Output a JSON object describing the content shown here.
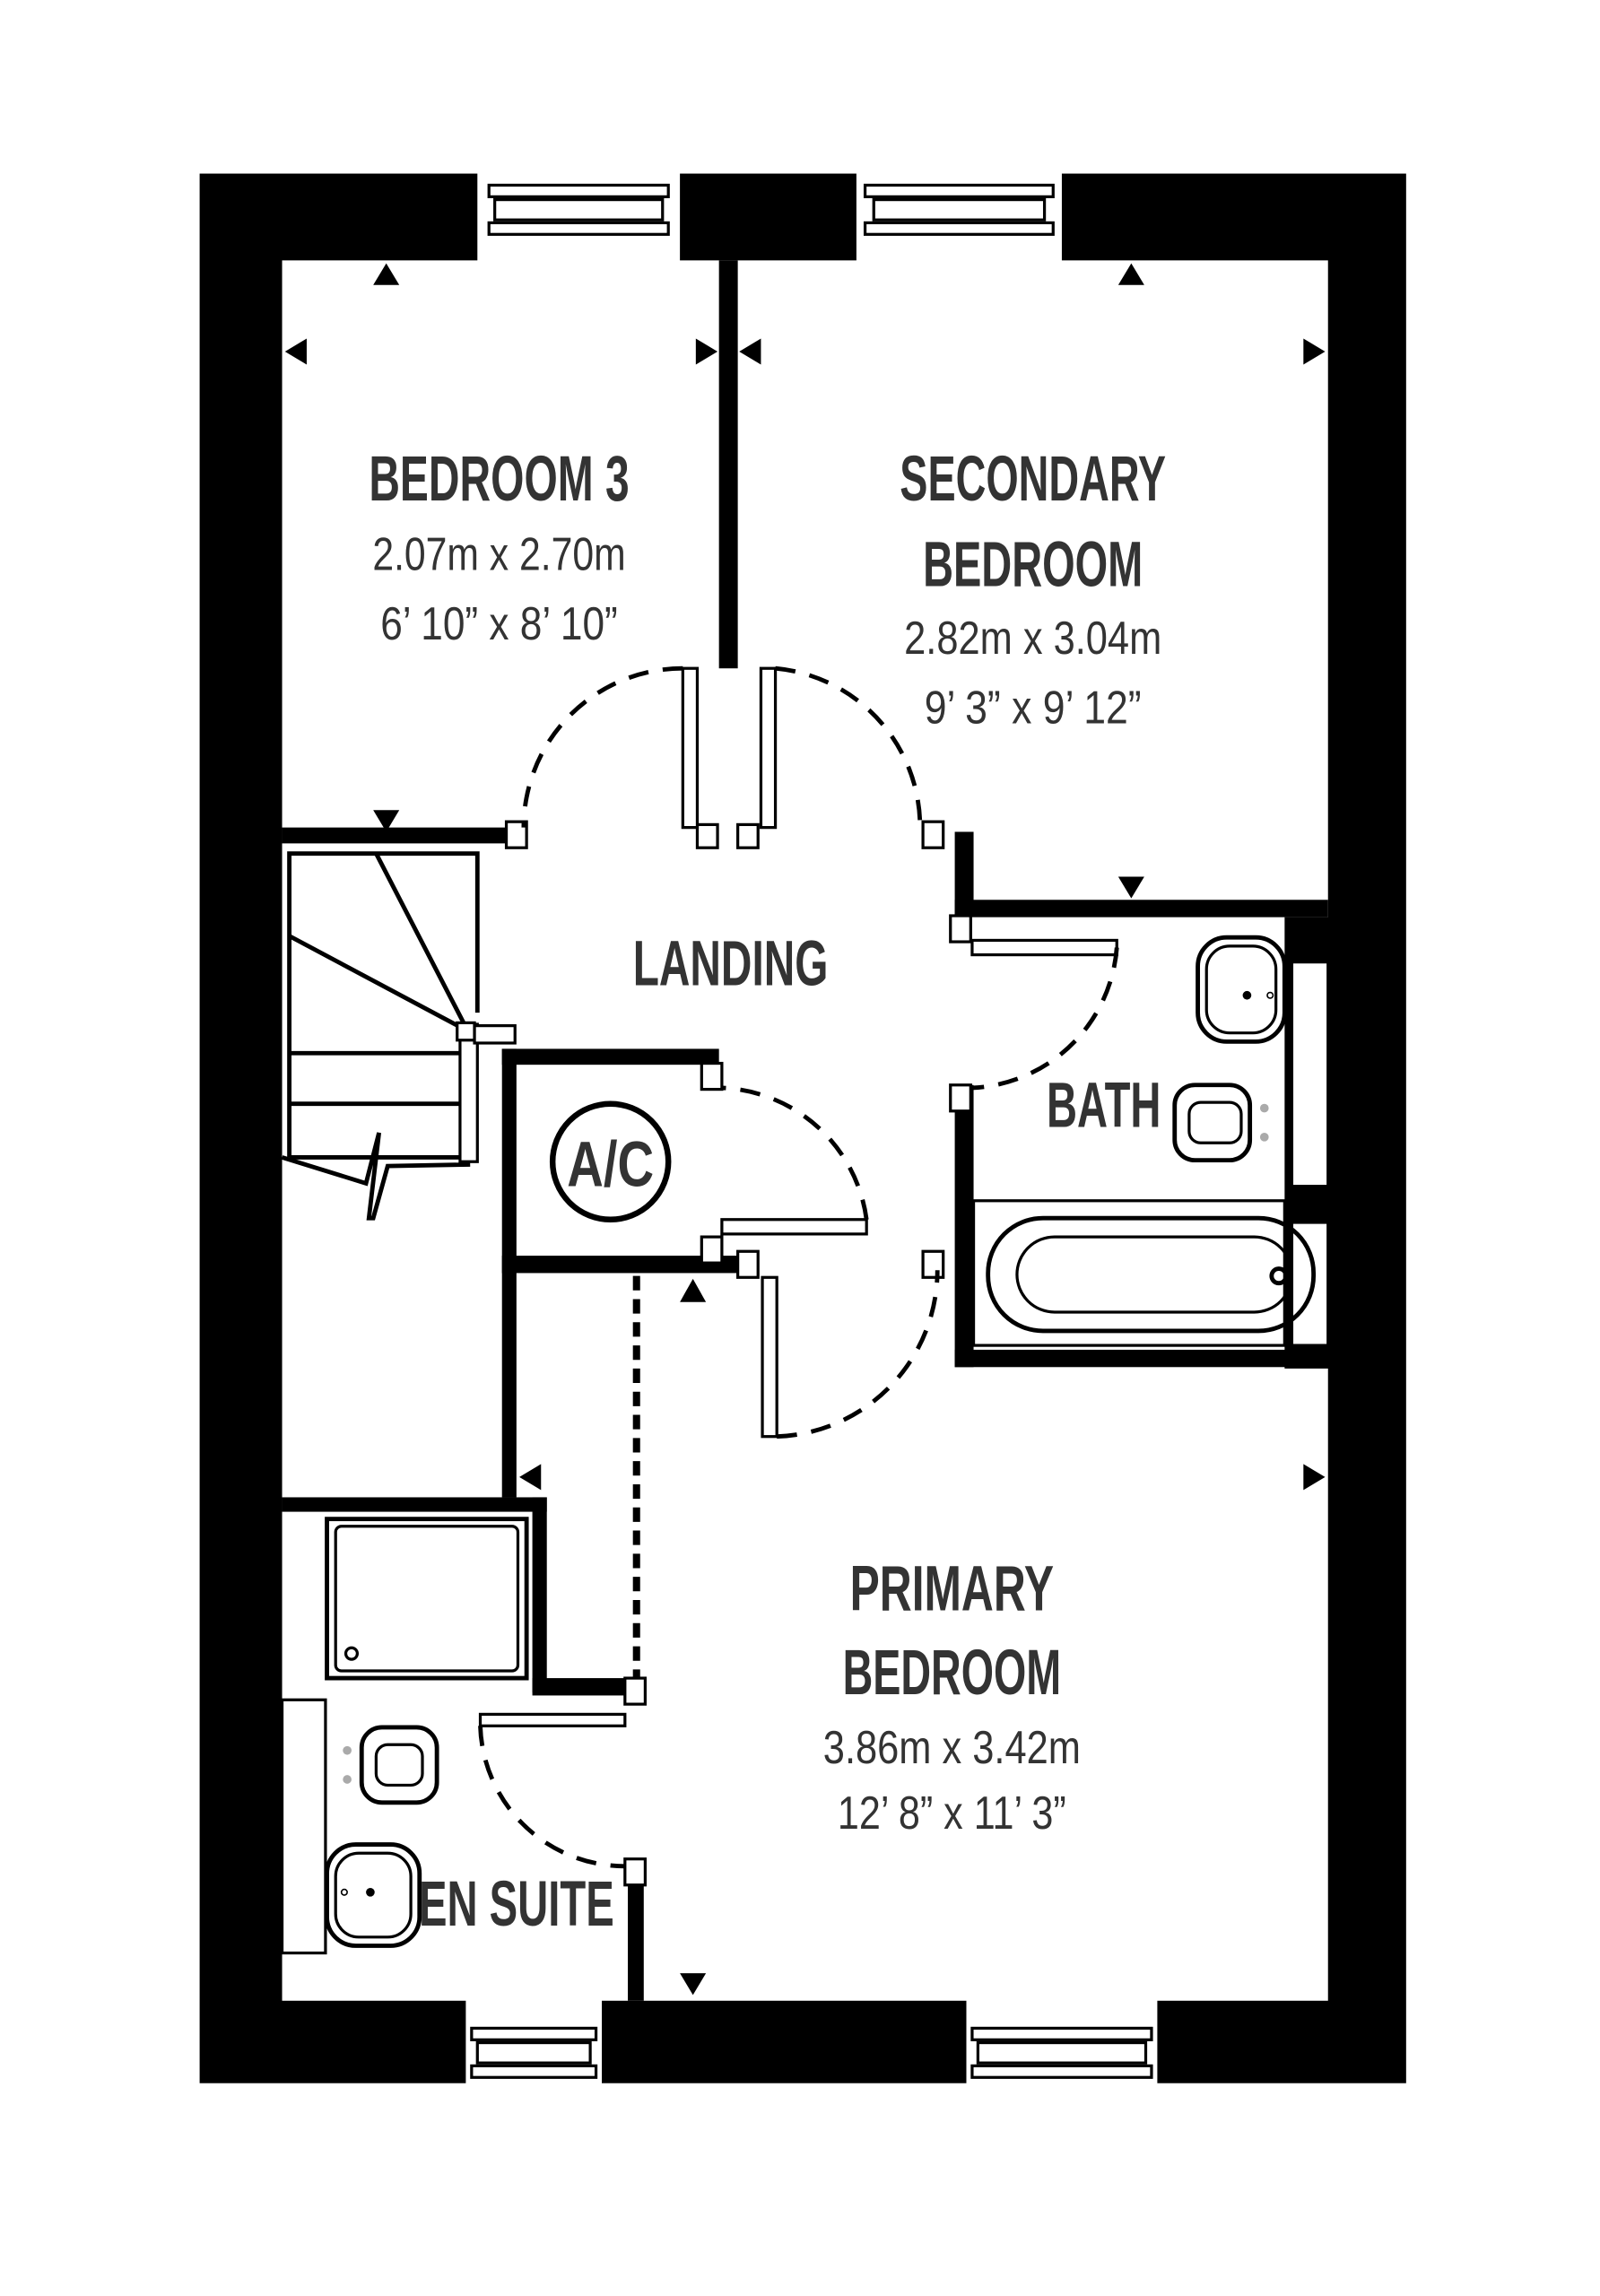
{
  "rooms": {
    "bedroom3": {
      "name": "BEDROOM 3",
      "metric": "2.07m x 2.70m",
      "imperial": "6’ 10” x 8’ 10”"
    },
    "secondary": {
      "name_line1": "SECONDARY",
      "name_line2": "BEDROOM",
      "metric": "2.82m x 3.04m",
      "imperial": "9’ 3” x 9’ 12”"
    },
    "landing": {
      "name": "LANDING"
    },
    "bath": {
      "name": "BATH"
    },
    "ac": {
      "name": "A/C"
    },
    "primary": {
      "name_line1": "PRIMARY",
      "name_line2": "BEDROOM",
      "metric": "3.86m x 3.42m",
      "imperial": "12’ 8” x 11’ 3”"
    },
    "ensuite": {
      "name": "EN SUITE"
    }
  },
  "colors": {
    "wall": "#000000",
    "text": "#333333",
    "background": "#ffffff"
  }
}
